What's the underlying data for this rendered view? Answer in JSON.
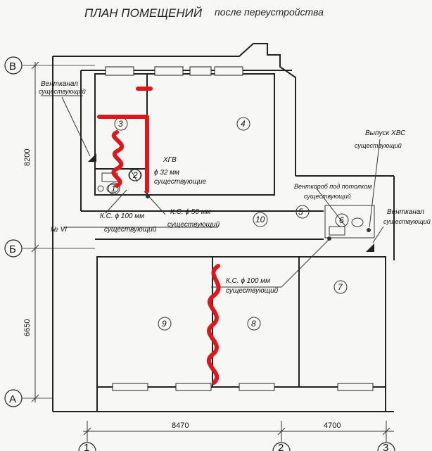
{
  "title": "ПЛАН ПОМЕЩЕНИЙ",
  "subtitle": "после переустройства",
  "axes": {
    "v": "В",
    "b": "Б",
    "a": "А",
    "c1": "1",
    "c2": "2",
    "c3": "3"
  },
  "dimensions": {
    "d8200": "8200",
    "d6650": "6650",
    "d8470": "8470",
    "d4700": "4700"
  },
  "room_numbers": [
    "1",
    "2",
    "3",
    "4",
    "5",
    "6",
    "7",
    "8",
    "9",
    "10"
  ],
  "labels": {
    "ventkanal_left_1": "Вентканал",
    "ventkanal_left_2": "существующий",
    "hvs_1": "Выпуск ХВС",
    "hvs_2": "существующий",
    "ventkanal_right_1": "Вентканал",
    "ventkanal_right_2": "существующий",
    "xgv": "ХГВ",
    "d32_1": "ϕ 32 мм",
    "d32_2": "существующие",
    "ventkorob_1": "Венткороб под потолком",
    "ventkorob_2": "существующий",
    "ks100_1": "К.С. ϕ 100 мм",
    "ks100_2": "существующий",
    "ks50_1": "К.С. ϕ 50 мм",
    "ks50_2": "существующий",
    "ks100b_1": "К.С. ϕ 100 мм",
    "ks100b_2": "существующий",
    "nvi": "№ VI"
  }
}
